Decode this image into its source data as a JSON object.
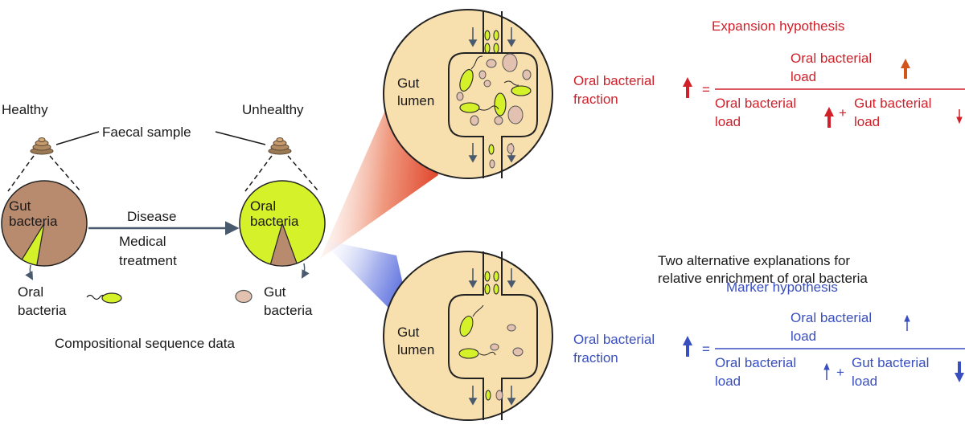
{
  "left_panel": {
    "healthy_label": "Healthy",
    "unhealthy_label": "Unhealthy",
    "faecal_sample_label": "Faecal sample",
    "gut_bacteria_pie_label": [
      "Gut",
      "bacteria"
    ],
    "oral_bacteria_pie_label": [
      "Oral",
      "bacteria"
    ],
    "disease_label": "Disease",
    "treatment_label": [
      "Medical",
      "treatment"
    ],
    "oral_bacteria_legend": [
      "Oral",
      "bacteria"
    ],
    "gut_bacteria_legend": [
      "Gut",
      "bacteria"
    ],
    "caption": "Compositional sequence data",
    "healthy_oral_share": 0.06,
    "unhealthy_gut_share": 0.1
  },
  "lumen_top": {
    "label": [
      "Gut",
      "lumen"
    ]
  },
  "lumen_bottom": {
    "label": [
      "Gut",
      "lumen"
    ]
  },
  "middle_text": [
    "Two alternative explanations for",
    "relative enrichment of oral bacteria"
  ],
  "expansion": {
    "title": "Expansion hypothesis",
    "fraction_label": [
      "Oral bacterial",
      "fraction"
    ],
    "numerator": [
      "Oral bacterial",
      "load"
    ],
    "denom_left": [
      "Oral bacterial",
      "load"
    ],
    "denom_right": [
      "Gut bacterial",
      "load"
    ],
    "equals": "=",
    "plus": "+"
  },
  "marker": {
    "title": "Marker hypothesis",
    "fraction_label": [
      "Oral bacterial",
      "fraction"
    ],
    "numerator": [
      "Oral bacterial",
      "load"
    ],
    "denom_left": [
      "Oral bacterial",
      "load"
    ],
    "denom_right": [
      "Gut bacterial",
      "load"
    ],
    "equals": "=",
    "plus": "+"
  },
  "colors": {
    "gut_brown": "#b88a6e",
    "oral_green": "#d5f12a",
    "lumen_bg": "#f8dfae",
    "red_text": "#d0202a",
    "blue_text": "#3a4fbf",
    "orange_arrow": "#d2561c",
    "arrow_grey": "#4a5a6e"
  }
}
